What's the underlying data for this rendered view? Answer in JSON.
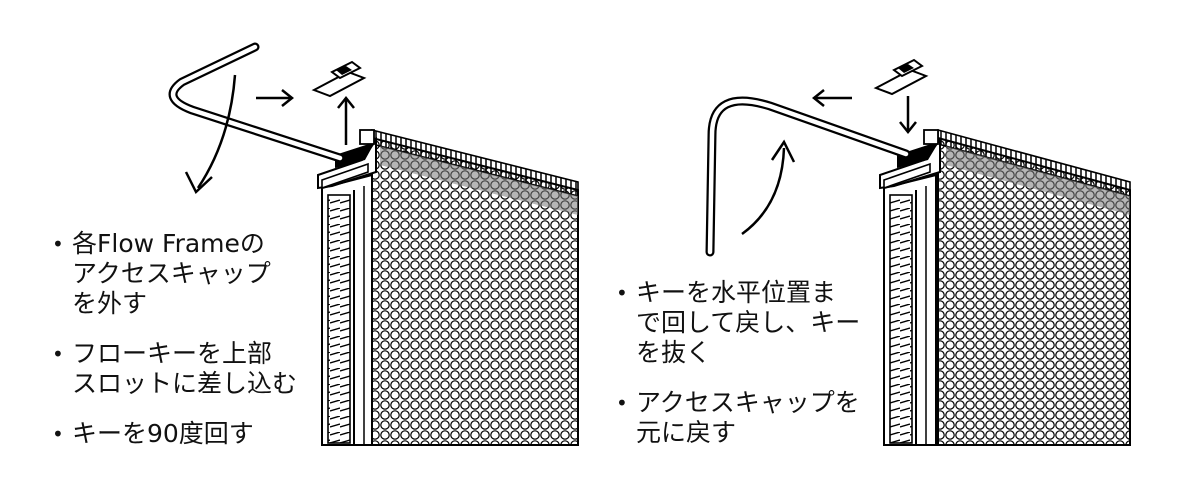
{
  "left_panel": {
    "steps": [
      {
        "lines": [
          "各Flow Frameの",
          "アクセスキャップ",
          "を外す"
        ]
      },
      {
        "lines": [
          "フローキーを上部",
          "スロットに差し込む"
        ]
      },
      {
        "lines": [
          "キーを90度回す"
        ]
      }
    ]
  },
  "right_panel": {
    "steps": [
      {
        "lines": [
          "キーを水平位置ま",
          "で回して戻し、キー",
          "を抜く"
        ]
      },
      {
        "lines": [
          "アクセスキャップを",
          "元に戻す"
        ]
      }
    ]
  },
  "colors": {
    "line": "#000000",
    "fill": "#ffffff",
    "hex": "#8a8a8a"
  },
  "icons": [
    "curved-arrow-icon",
    "straight-arrow-icon",
    "access-cap-icon",
    "flow-key-icon"
  ]
}
